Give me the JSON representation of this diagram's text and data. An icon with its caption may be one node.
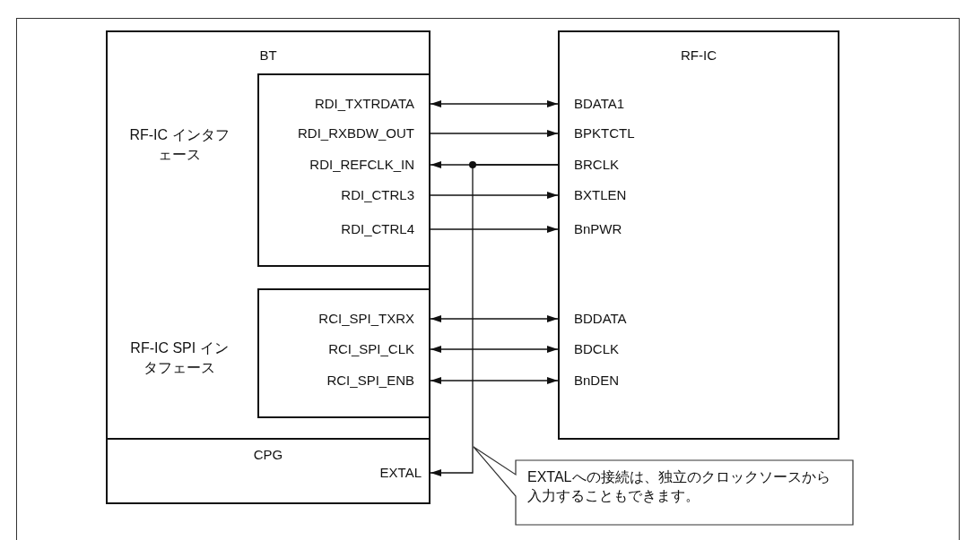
{
  "diagram": {
    "nodes": [
      {
        "text": [
          "BT"
        ]
      },
      {
        "text": [],
        "shape": "box",
        "in": 0,
        "beside": [
          "RF-IC インタフェース"
        ]
      },
      {
        "text": [
          "RDI_TXTRDATA"
        ],
        "in": 1
      },
      {
        "text": [
          "RDI_RXBDW_OUT"
        ],
        "in": 1
      },
      {
        "text": [
          "RDI_REFCLK_IN"
        ],
        "in": 1
      },
      {
        "text": [
          "RDI_CTRL3"
        ],
        "in": 1
      },
      {
        "text": [
          "RDI_CTRL4"
        ],
        "in": 1
      },
      {
        "text": [],
        "shape": "box",
        "in": 0,
        "beside": [
          "RF-IC SPI インタフェース"
        ]
      },
      {
        "text": [
          "RCI_SPI_TXRX"
        ],
        "in": 7
      },
      {
        "text": [
          "RCI_SPI_CLK"
        ],
        "in": 7
      },
      {
        "text": [
          "RCI_SPI_ENB"
        ],
        "in": 7
      },
      {
        "text": [
          "CPG"
        ]
      },
      {
        "text": [
          "EXTAL"
        ],
        "in": 11
      },
      {
        "text": [
          "RF-IC"
        ]
      },
      {
        "text": [
          "BDATA1"
        ],
        "in": 13
      },
      {
        "text": [
          "BPKTCTL"
        ],
        "in": 13
      },
      {
        "text": [
          "BRCLK"
        ],
        "in": 13
      },
      {
        "text": [
          "BXTLEN"
        ],
        "in": 13
      },
      {
        "text": [
          "BnPWR"
        ],
        "in": 13
      },
      {
        "text": [
          "BDDATA"
        ],
        "in": 13
      },
      {
        "text": [
          "BDCLK"
        ],
        "in": 13
      },
      {
        "text": [
          "BnDEN"
        ],
        "in": 13
      },
      {
        "text": [
          "EXTALへの接続は、独立のクロックソースから入力することもできます。"
        ]
      }
    ],
    "edges": [
      {
        "from": 2,
        "to": 14,
        "arrow": "both"
      },
      {
        "from": 3,
        "to": 15,
        "arrow": "to"
      },
      {
        "from": 16,
        "to": 4,
        "arrow": "to"
      },
      {
        "from": 16,
        "to": 12,
        "arrow": "to"
      },
      {
        "from": 5,
        "to": 17,
        "arrow": "to"
      },
      {
        "from": 6,
        "to": 18,
        "arrow": "to"
      },
      {
        "from": 8,
        "to": 19,
        "arrow": "both"
      },
      {
        "from": 9,
        "to": 20,
        "arrow": "both"
      },
      {
        "from": 10,
        "to": 21,
        "arrow": "both"
      }
    ]
  }
}
